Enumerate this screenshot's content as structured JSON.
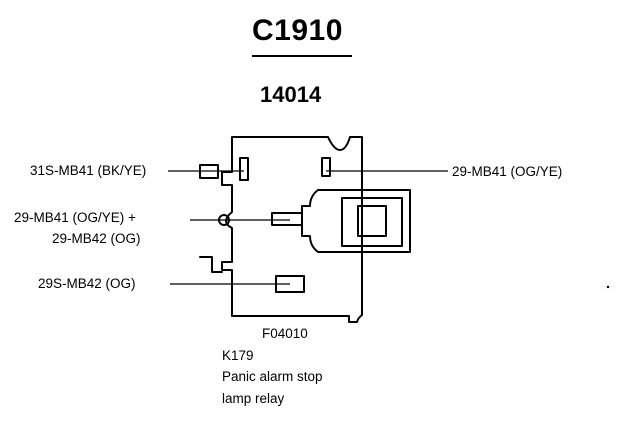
{
  "diagram": {
    "connector_id": "C1910",
    "connector_part": "14014",
    "figure_ref": "F04010",
    "component_code": "K179",
    "component_desc_line1": "Panic alarm stop",
    "component_desc_line2": "lamp relay"
  },
  "pins": {
    "left_top": "31S-MB41 (BK/YE)",
    "right_top": "29-MB41 (OG/YE)",
    "left_mid_line1": "29-MB41 (OG/YE) +",
    "left_mid_line2": "29-MB42 (OG)",
    "left_bottom": "29S-MB42 (OG)"
  }
}
